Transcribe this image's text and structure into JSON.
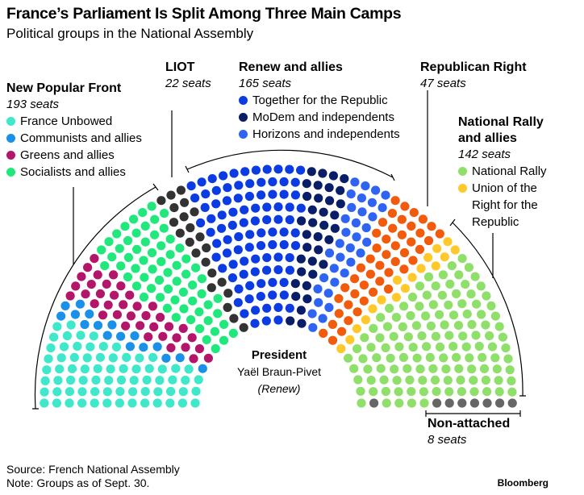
{
  "title": "France’s Parliament Is Split Among Three Main Camps",
  "subtitle": "Political groups in the National Assembly",
  "chart_data": {
    "type": "parliament",
    "total_seats": 577,
    "groups": [
      {
        "name": "New Popular Front",
        "seats_label": "193 seats",
        "seats": 193,
        "subgroups": [
          {
            "name": "France Unbowed",
            "seats": 72,
            "color": "#3fe8cb"
          },
          {
            "name": "Communists and allies",
            "seats": 17,
            "color": "#1b90e8"
          },
          {
            "name": "Greens and allies",
            "seats": 38,
            "color": "#b3156b"
          },
          {
            "name": "Socialists and allies",
            "seats": 66,
            "color": "#20e87c"
          }
        ]
      },
      {
        "name": "LIOT",
        "seats_label": "22 seats",
        "seats": 22,
        "subgroups": [
          {
            "name": "LIOT",
            "seats": 22,
            "color": "#333333"
          }
        ]
      },
      {
        "name": "Renew and allies",
        "seats_label": "165 seats",
        "seats": 165,
        "subgroups": [
          {
            "name": "Together for the Republic",
            "seats": 95,
            "color": "#0b3be3"
          },
          {
            "name": "MoDem and independents",
            "seats": 36,
            "color": "#0a1e68"
          },
          {
            "name": "Horizons and independents",
            "seats": 34,
            "color": "#2f64f2"
          }
        ]
      },
      {
        "name": "Republican Right",
        "seats_label": "47 seats",
        "seats": 47,
        "subgroups": [
          {
            "name": "Republican Right",
            "seats": 47,
            "color": "#f25a0c"
          }
        ]
      },
      {
        "name": "National Rally and allies",
        "seats_label": "142 seats",
        "seats": 142,
        "subgroups": [
          {
            "name": "Union of the Right for the Republic",
            "seats": 17,
            "color": "#ffc92c"
          },
          {
            "name": "National Rally",
            "seats": 125,
            "color": "#8fe06b"
          }
        ]
      },
      {
        "name": "Non-attached",
        "seats_label": "8 seats",
        "seats": 8,
        "subgroups": [
          {
            "name": "Non-attached",
            "seats": 8,
            "color": "#666666"
          }
        ]
      }
    ],
    "president": {
      "label": "President",
      "name": "Yaël Braun-Pivet",
      "party": "(Renew)"
    }
  },
  "labels": {
    "nfp": {
      "name": "New Popular Front",
      "seats": "193 seats",
      "items": [
        "France Unbowed",
        "Communists and allies",
        "Greens and allies",
        "Socialists and allies"
      ]
    },
    "liot": {
      "name": "LIOT",
      "seats": "22 seats"
    },
    "renew": {
      "name": "Renew and allies",
      "seats": "165 seats",
      "items": [
        "Together for the Republic",
        "MoDem and independents",
        "Horizons and independents"
      ]
    },
    "rr": {
      "name": "Republican Right",
      "seats": "47 seats"
    },
    "rn": {
      "name1": "National Rally",
      "name2": "and allies",
      "seats": "142 seats",
      "items": [
        "National Rally",
        "Union of the",
        "Right for the",
        "Republic"
      ]
    },
    "na": {
      "name": "Non-attached",
      "seats": "8 seats"
    }
  },
  "footer": {
    "source": "Source: French National Assembly",
    "note": "Note: Groups as of Sept. 30."
  },
  "brand": "Bloomberg"
}
